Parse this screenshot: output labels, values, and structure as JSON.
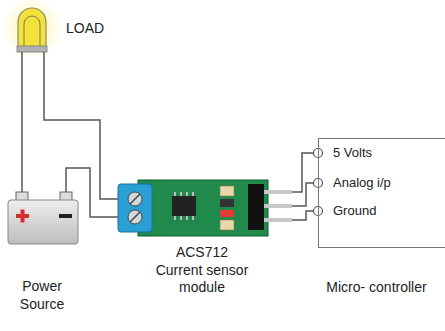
{
  "diagram": {
    "nodes": [
      {
        "text": [
          "LOAD"
        ]
      },
      {
        "text": [
          "Power Source"
        ]
      },
      {
        "text": [
          "ACS712 Current sensor module"
        ]
      },
      {
        "text": [
          "5 Volts",
          "Analog i/p",
          "Ground",
          "Micro- controller"
        ]
      }
    ],
    "edges": [
      {
        "from": 0,
        "to": 1,
        "arrow": "none"
      },
      {
        "from": 0,
        "to": 2,
        "arrow": "none"
      },
      {
        "from": 1,
        "to": 2,
        "arrow": "none"
      },
      {
        "from": 2,
        "to": 3,
        "arrow": "none"
      },
      {
        "from": 2,
        "to": 3,
        "arrow": "none"
      },
      {
        "from": 2,
        "to": 3,
        "arrow": "none"
      }
    ]
  }
}
